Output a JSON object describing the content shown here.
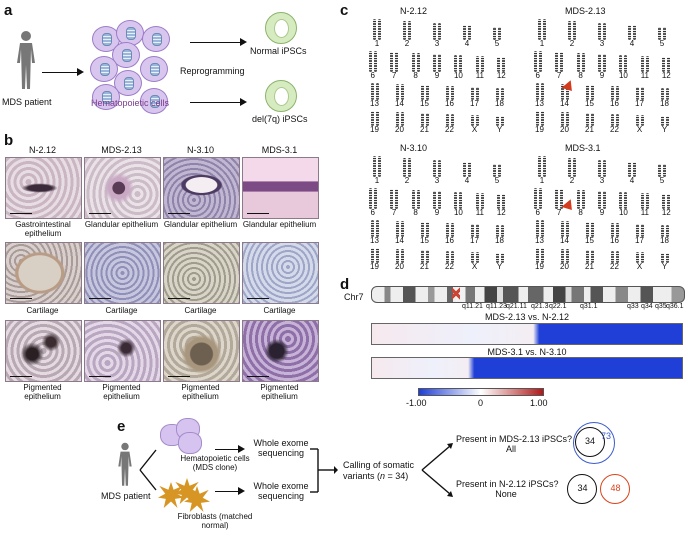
{
  "panel_labels": {
    "a": "a",
    "b": "b",
    "c": "c",
    "d": "d",
    "e": "e"
  },
  "panel_a": {
    "patient_label": "MDS patient",
    "cells_label": "Hematopoietic cells",
    "process_label": "Reprogramming",
    "normal_label": "Normal iPSCs",
    "del_label": "del(7q) iPSCs"
  },
  "panel_b": {
    "columns": [
      "N-2.12",
      "MDS-2.13",
      "N-3.10",
      "MDS-3.1"
    ],
    "rows": [
      {
        "labels": [
          "Gastrointestinal epithelium",
          "Glandular epithelium",
          "Glandular epithelium",
          "Glandular epithelium"
        ]
      },
      {
        "labels": [
          "Cartilage",
          "Cartilage",
          "Cartilage",
          "Cartilage"
        ]
      },
      {
        "labels": [
          "Pigmented epithelium",
          "Pigmented epithelium",
          "Pigmented epithelium",
          "Pigmented epithelium"
        ]
      }
    ]
  },
  "panel_c": {
    "karyotypes": [
      {
        "title": "N-2.12",
        "rows": [
          [
            "1",
            "2",
            "3",
            "4",
            "5"
          ],
          [
            "6",
            "7",
            "8",
            "9",
            "10",
            "11",
            "12"
          ],
          [
            "13",
            "14",
            "15",
            "16",
            "17",
            "18"
          ],
          [
            "19",
            "20",
            "21",
            "22",
            "X",
            "Y"
          ]
        ]
      },
      {
        "title": "MDS-2.13",
        "rows": [
          [
            "1",
            "2",
            "3",
            "4",
            "5"
          ],
          [
            "6",
            "7",
            "8",
            "9",
            "10",
            "11",
            "12"
          ],
          [
            "13",
            "14",
            "15",
            "16",
            "17",
            "18"
          ],
          [
            "19",
            "20",
            "21",
            "22",
            "X",
            "Y"
          ]
        ]
      },
      {
        "title": "N-3.10",
        "rows": [
          [
            "1",
            "2",
            "3",
            "4",
            "5"
          ],
          [
            "6",
            "7",
            "8",
            "9",
            "10",
            "11",
            "12"
          ],
          [
            "13",
            "14",
            "15",
            "16",
            "17",
            "18"
          ],
          [
            "19",
            "20",
            "21",
            "22",
            "X",
            "Y"
          ]
        ]
      },
      {
        "title": "MDS-3.1",
        "rows": [
          [
            "1",
            "2",
            "3",
            "4",
            "5"
          ],
          [
            "6",
            "7",
            "8",
            "9",
            "10",
            "11",
            "12"
          ],
          [
            "13",
            "14",
            "15",
            "16",
            "17",
            "18"
          ],
          [
            "19",
            "20",
            "21",
            "22",
            "X",
            "Y"
          ]
        ]
      }
    ]
  },
  "panel_d": {
    "chrom_label": "Chr7",
    "bands": [
      "q11.21",
      "q11.23",
      "q21.11",
      "q21.3",
      "q22.1",
      "q31.1",
      "q33",
      "q34",
      "q35",
      "q36.1"
    ],
    "comparisons": [
      {
        "label": "MDS-2.13 vs. N-2.12",
        "deleted_from_fraction": 0.54
      },
      {
        "label": "MDS-3.1 vs. N-3.10",
        "deleted_from_fraction": 0.33
      }
    ],
    "scale": {
      "min": "-1.00",
      "mid": "0",
      "max": "1.00",
      "low_color": "#1f3fd6",
      "high_color": "#b01818"
    }
  },
  "panel_e": {
    "patient_label": "MDS patient",
    "top_source": "Hematopoietic cells (MDS clone)",
    "bottom_source": "Fibroblasts (matched normal)",
    "sequencing": "Whole exome sequencing",
    "calling_text": "Calling of somatic variants (",
    "calling_n": "n",
    "calling_count": " = 34)",
    "q1": "Present in MDS-2.13 iPSCs?",
    "a1": "All",
    "q2": "Present in N-2.12 iPSCs?",
    "a2": "None",
    "venn1": {
      "inner": "34",
      "outer": "73",
      "outer_color": "#3c5ccc"
    },
    "venn2": {
      "left": "34",
      "right": "48",
      "right_color": "#d9441c"
    }
  }
}
